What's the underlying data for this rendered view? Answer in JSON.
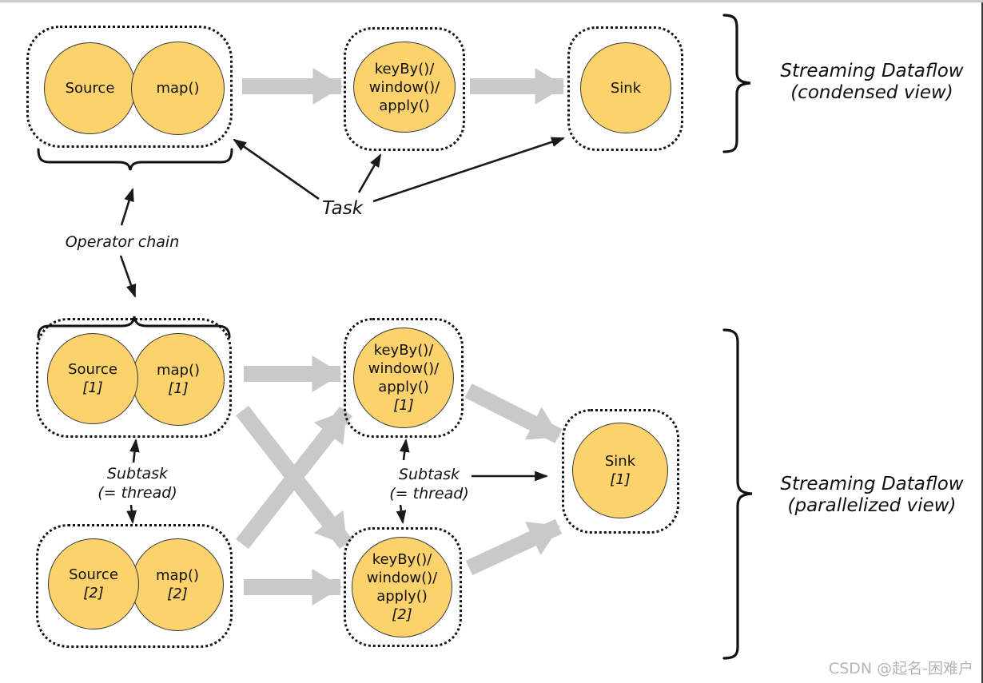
{
  "colors": {
    "node_fill": "#FBD26B",
    "node_stroke": "#3a3a3a",
    "arrow_gray": "#c9c9c9",
    "arrow_black": "#1a1a1a",
    "watermark_gray": "#b5b5b5"
  },
  "condensed": {
    "source": {
      "label": "Source"
    },
    "map": {
      "label": "map()"
    },
    "keyby": {
      "label": "keyBy()/\nwindow()/\napply()"
    },
    "sink": {
      "label": "Sink"
    },
    "bracket_label": "Streaming Dataflow\n(condensed view)"
  },
  "annotations": {
    "task": "Task",
    "operator_chain": "Operator chain",
    "subtask_source": "Subtask\n(= thread)",
    "subtask_keyby": "Subtask\n(= thread)"
  },
  "parallelized": {
    "source1": {
      "label": "Source",
      "index": "[1]"
    },
    "map1": {
      "label": "map()",
      "index": "[1]"
    },
    "source2": {
      "label": "Source",
      "index": "[2]"
    },
    "map2": {
      "label": "map()",
      "index": "[2]"
    },
    "keyby1": {
      "label": "keyBy()/\nwindow()/\napply()",
      "index": "[1]"
    },
    "keyby2": {
      "label": "keyBy()/\nwindow()/\napply()",
      "index": "[2]"
    },
    "sink1": {
      "label": "Sink",
      "index": "[1]"
    },
    "bracket_label": "Streaming Dataflow\n(parallelized view)"
  },
  "watermark": "CSDN @起名-困难户"
}
